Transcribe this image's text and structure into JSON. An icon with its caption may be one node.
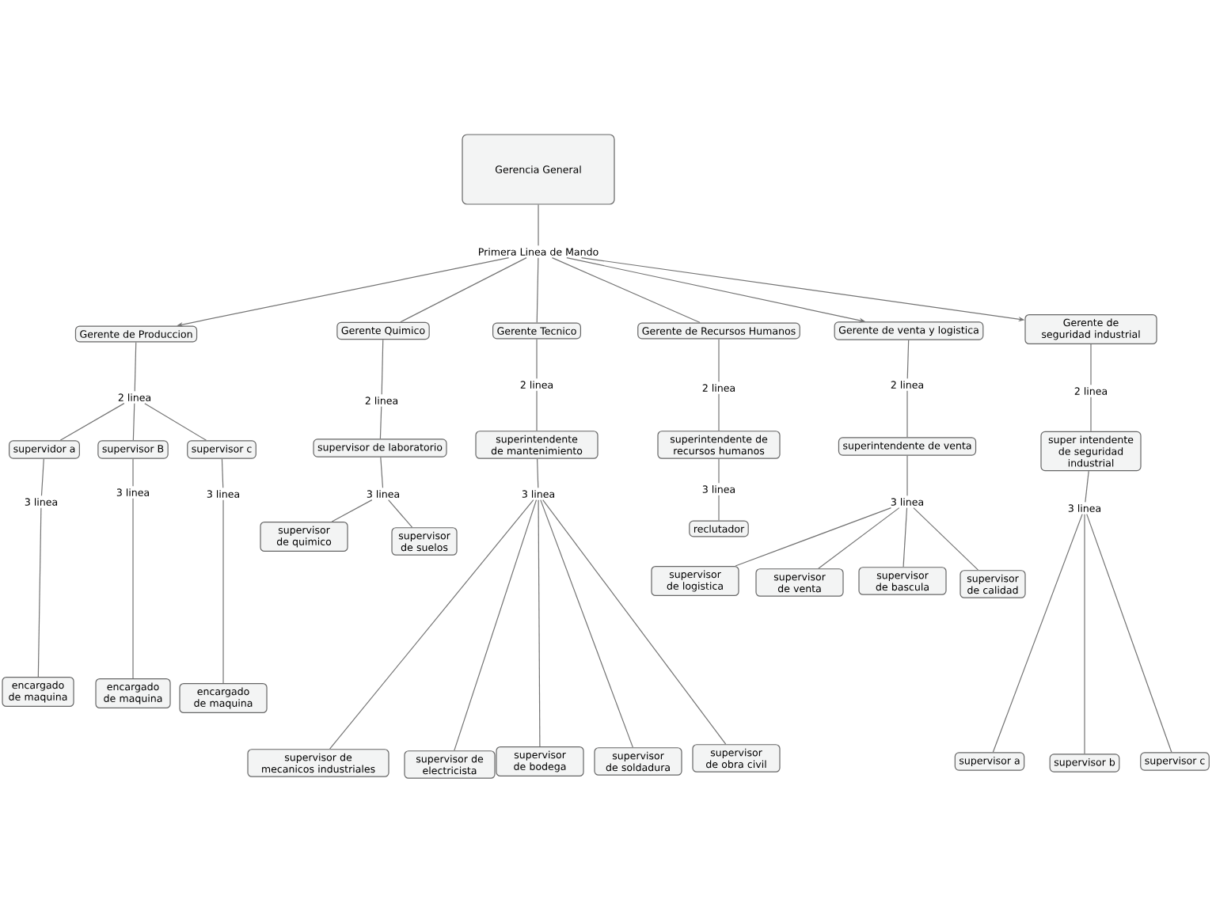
{
  "diagram": {
    "nodes": [
      {
        "text": [
          "Gerencia General"
        ]
      },
      {
        "text": [
          "Primera Linea de Mando"
        ]
      },
      {
        "text": [
          "Gerente de Produccion"
        ]
      },
      {
        "text": [
          "Gerente Quimico"
        ]
      },
      {
        "text": [
          "Gerente Tecnico"
        ]
      },
      {
        "text": [
          "Gerente de Recursos Humanos"
        ]
      },
      {
        "text": [
          "Gerente de venta y logistica"
        ]
      },
      {
        "text": [
          "Gerente de seguridad industrial"
        ]
      },
      {
        "text": [
          "2 linea"
        ]
      },
      {
        "text": [
          "supervidor a"
        ]
      },
      {
        "text": [
          "supervisor B"
        ]
      },
      {
        "text": [
          "supervisor c"
        ]
      },
      {
        "text": [
          "3 linea"
        ]
      },
      {
        "text": [
          "3 linea"
        ]
      },
      {
        "text": [
          "3 linea"
        ]
      },
      {
        "text": [
          "encargado de maquina"
        ]
      },
      {
        "text": [
          "encargado de maquina"
        ]
      },
      {
        "text": [
          "encargado de maquina"
        ]
      },
      {
        "text": [
          "2 linea"
        ]
      },
      {
        "text": [
          "supervisor de laboratorio"
        ]
      },
      {
        "text": [
          "3 linea"
        ]
      },
      {
        "text": [
          "supervisor de quimico"
        ]
      },
      {
        "text": [
          "supervisor de suelos"
        ]
      },
      {
        "text": [
          "2 linea"
        ]
      },
      {
        "text": [
          "superintendente de mantenimiento"
        ]
      },
      {
        "text": [
          "3 linea"
        ]
      },
      {
        "text": [
          "supervisor de mecanicos industriales"
        ]
      },
      {
        "text": [
          "supervisor de electricista"
        ]
      },
      {
        "text": [
          "supervisor de bodega"
        ]
      },
      {
        "text": [
          "supervisor de soldadura"
        ]
      },
      {
        "text": [
          "supervisor de obra civil"
        ]
      },
      {
        "text": [
          "2 linea"
        ]
      },
      {
        "text": [
          "superintendente de recursos humanos"
        ]
      },
      {
        "text": [
          "3 linea"
        ]
      },
      {
        "text": [
          "reclutador"
        ]
      },
      {
        "text": [
          "2 linea"
        ]
      },
      {
        "text": [
          "superintendente de venta"
        ]
      },
      {
        "text": [
          "3 linea"
        ]
      },
      {
        "text": [
          "supervisor de logistica"
        ]
      },
      {
        "text": [
          "supervisor de venta"
        ]
      },
      {
        "text": [
          "supervisor de bascula"
        ]
      },
      {
        "text": [
          "supervisor de calidad"
        ]
      },
      {
        "text": [
          "2 linea"
        ]
      },
      {
        "text": [
          "super intendente de seguridad industrial"
        ]
      },
      {
        "text": [
          "3 linea"
        ]
      },
      {
        "text": [
          "supervisor a"
        ]
      },
      {
        "text": [
          "supervisor b"
        ]
      },
      {
        "text": [
          "supervisor c"
        ]
      }
    ],
    "edges": [
      {
        "from": 0,
        "to": 1,
        "arrow": "none"
      },
      {
        "from": 1,
        "to": 2,
        "arrow": "to"
      },
      {
        "from": 1,
        "to": 3,
        "arrow": "none"
      },
      {
        "from": 1,
        "to": 4,
        "arrow": "none"
      },
      {
        "from": 1,
        "to": 5,
        "arrow": "none"
      },
      {
        "from": 1,
        "to": 6,
        "arrow": "to"
      },
      {
        "from": 1,
        "to": 7,
        "arrow": "to"
      },
      {
        "from": 2,
        "to": 8,
        "arrow": "none"
      },
      {
        "from": 8,
        "to": 9,
        "arrow": "none"
      },
      {
        "from": 8,
        "to": 10,
        "arrow": "none"
      },
      {
        "from": 8,
        "to": 11,
        "arrow": "none"
      },
      {
        "from": 9,
        "to": 12,
        "arrow": "none"
      },
      {
        "from": 12,
        "to": 15,
        "arrow": "none"
      },
      {
        "from": 10,
        "to": 13,
        "arrow": "none"
      },
      {
        "from": 13,
        "to": 16,
        "arrow": "none"
      },
      {
        "from": 11,
        "to": 14,
        "arrow": "none"
      },
      {
        "from": 14,
        "to": 17,
        "arrow": "none"
      },
      {
        "from": 3,
        "to": 18,
        "arrow": "none"
      },
      {
        "from": 18,
        "to": 19,
        "arrow": "none"
      },
      {
        "from": 19,
        "to": 20,
        "arrow": "none"
      },
      {
        "from": 20,
        "to": 21,
        "arrow": "none"
      },
      {
        "from": 20,
        "to": 22,
        "arrow": "none"
      },
      {
        "from": 4,
        "to": 23,
        "arrow": "none"
      },
      {
        "from": 23,
        "to": 24,
        "arrow": "none"
      },
      {
        "from": 24,
        "to": 25,
        "arrow": "none"
      },
      {
        "from": 25,
        "to": 26,
        "arrow": "none"
      },
      {
        "from": 25,
        "to": 27,
        "arrow": "none"
      },
      {
        "from": 25,
        "to": 28,
        "arrow": "none"
      },
      {
        "from": 25,
        "to": 29,
        "arrow": "none"
      },
      {
        "from": 25,
        "to": 30,
        "arrow": "none"
      },
      {
        "from": 5,
        "to": 31,
        "arrow": "none"
      },
      {
        "from": 31,
        "to": 32,
        "arrow": "none"
      },
      {
        "from": 32,
        "to": 33,
        "arrow": "none"
      },
      {
        "from": 33,
        "to": 34,
        "arrow": "none"
      },
      {
        "from": 6,
        "to": 35,
        "arrow": "none"
      },
      {
        "from": 35,
        "to": 36,
        "arrow": "none"
      },
      {
        "from": 36,
        "to": 37,
        "arrow": "none"
      },
      {
        "from": 37,
        "to": 38,
        "arrow": "none"
      },
      {
        "from": 37,
        "to": 39,
        "arrow": "none"
      },
      {
        "from": 37,
        "to": 40,
        "arrow": "none"
      },
      {
        "from": 37,
        "to": 41,
        "arrow": "none"
      },
      {
        "from": 7,
        "to": 42,
        "arrow": "none"
      },
      {
        "from": 42,
        "to": 43,
        "arrow": "none"
      },
      {
        "from": 43,
        "to": 44,
        "arrow": "none"
      },
      {
        "from": 44,
        "to": 45,
        "arrow": "none"
      },
      {
        "from": 44,
        "to": 46,
        "arrow": "none"
      },
      {
        "from": 44,
        "to": 47,
        "arrow": "none"
      }
    ]
  }
}
